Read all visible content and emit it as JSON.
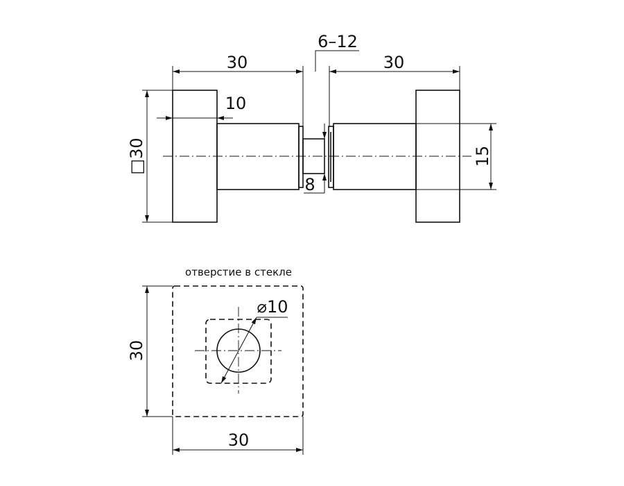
{
  "side_view": {
    "dim_left_length": "30",
    "dim_right_length": "30",
    "dim_glass_thickness": "6–12",
    "dim_base_depth": "10",
    "dim_square_size": "□30",
    "dim_cylinder_diameter": "15",
    "dim_shaft_diameter": "8"
  },
  "hole_view": {
    "label": "отверстие в стекле",
    "dim_hole_diameter": "⌀10",
    "dim_height": "30",
    "dim_width": "30"
  }
}
